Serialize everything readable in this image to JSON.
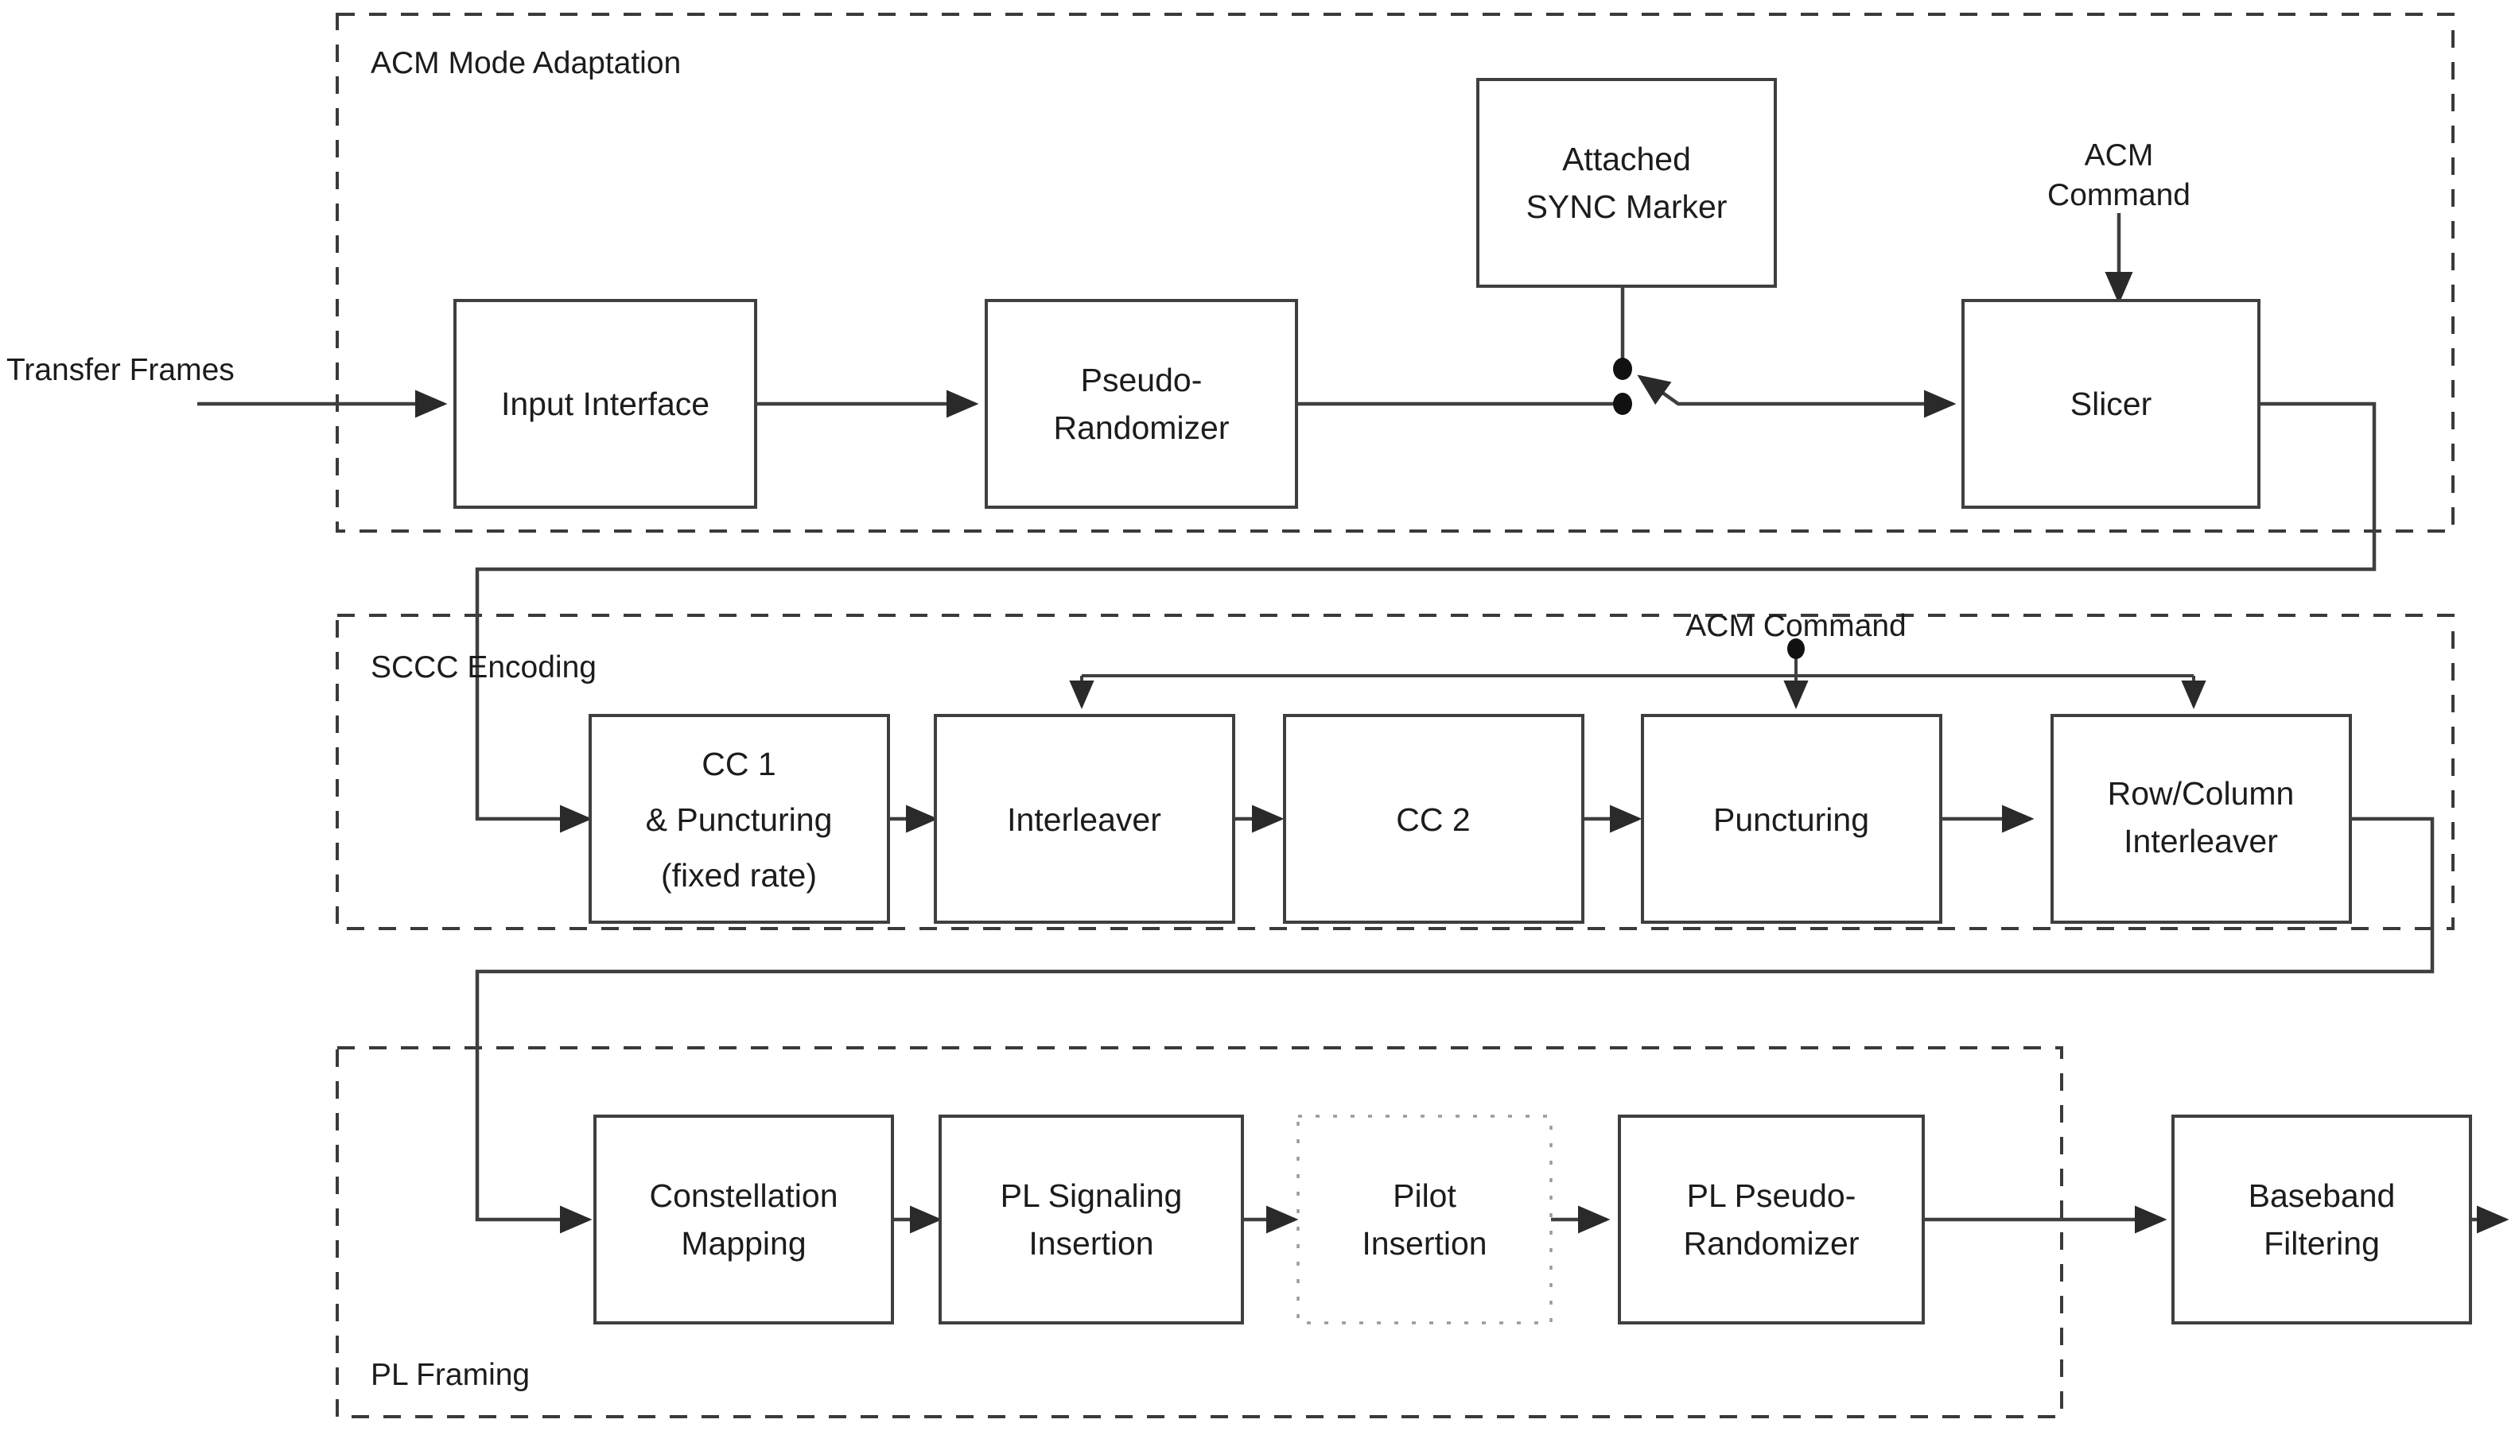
{
  "diagram": {
    "title": "ACM transmitter block diagram",
    "colors": {
      "stroke": "#3f3f3f",
      "group_stroke": "#3a3a3a",
      "dotted_block_stroke": "#9a9a9a",
      "background": "#ffffff",
      "text": "#1c1c1c"
    },
    "external_labels": {
      "input": "Transfer Frames",
      "acm_command_top_line1": "ACM",
      "acm_command_top_line2": "Command",
      "acm_command_mid": "ACM Command"
    },
    "groups": [
      {
        "id": "acm-mode-adaptation",
        "label": "ACM Mode Adaptation",
        "style": "dashed",
        "blocks": [
          {
            "id": "input-interface",
            "lines": [
              "Input Interface"
            ],
            "style": "solid"
          },
          {
            "id": "pseudo-randomizer",
            "lines": [
              "Pseudo-",
              "Randomizer"
            ],
            "style": "solid"
          },
          {
            "id": "attached-sync-marker",
            "lines": [
              "Attached",
              "SYNC Marker"
            ],
            "style": "solid"
          },
          {
            "id": "slicer",
            "lines": [
              "Slicer"
            ],
            "style": "solid"
          }
        ]
      },
      {
        "id": "sccc-encoding",
        "label": "SCCC Encoding",
        "style": "dashed",
        "blocks": [
          {
            "id": "cc1-puncturing",
            "lines": [
              "CC 1",
              "& Puncturing",
              "(fixed rate)"
            ],
            "style": "solid"
          },
          {
            "id": "interleaver",
            "lines": [
              "Interleaver"
            ],
            "style": "solid"
          },
          {
            "id": "cc2",
            "lines": [
              "CC 2"
            ],
            "style": "solid"
          },
          {
            "id": "puncturing",
            "lines": [
              "Puncturing"
            ],
            "style": "solid"
          },
          {
            "id": "row-column-interleaver",
            "lines": [
              "Row/Column",
              "Interleaver"
            ],
            "style": "solid"
          }
        ]
      },
      {
        "id": "pl-framing",
        "label": "PL Framing",
        "style": "dashed",
        "blocks": [
          {
            "id": "constellation-mapping",
            "lines": [
              "Constellation",
              "Mapping"
            ],
            "style": "solid"
          },
          {
            "id": "pl-signaling-insertion",
            "lines": [
              "PL Signaling",
              "Insertion"
            ],
            "style": "solid"
          },
          {
            "id": "pilot-insertion",
            "lines": [
              "Pilot",
              "Insertion"
            ],
            "style": "dotted"
          },
          {
            "id": "pl-pseudo-randomizer",
            "lines": [
              "PL Pseudo-",
              "Randomizer"
            ],
            "style": "solid"
          }
        ]
      }
    ],
    "outside_blocks": [
      {
        "id": "baseband-filtering",
        "lines": [
          "Baseband",
          "Filtering"
        ],
        "style": "solid"
      }
    ]
  }
}
